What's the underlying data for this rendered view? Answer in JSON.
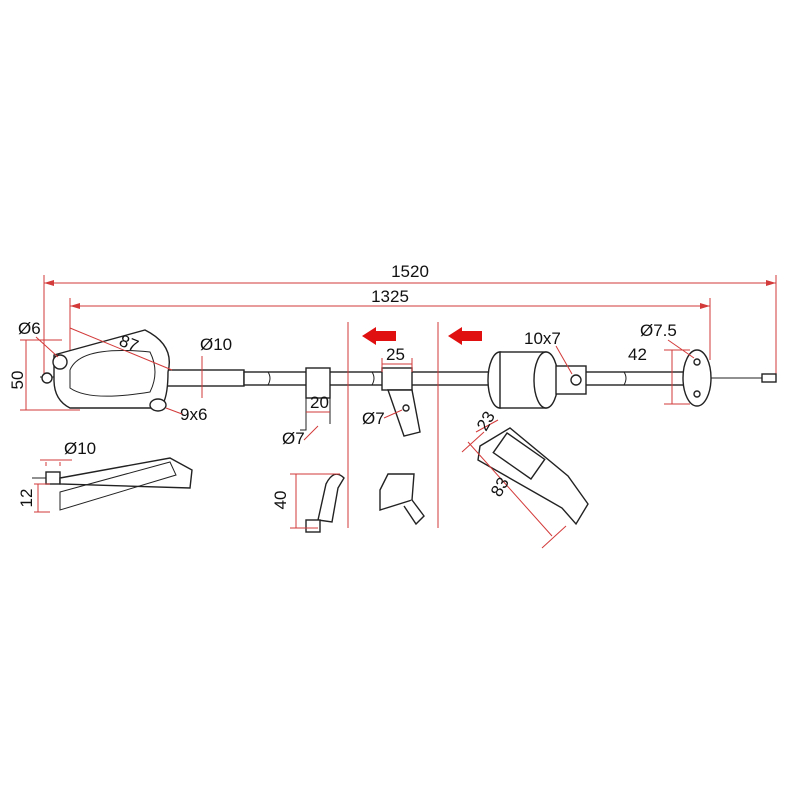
{
  "dimensions": {
    "overall_length": "1520",
    "cable_length": "1325",
    "eye_diameter": "Ø6",
    "bracket_length": "87",
    "bracket_height": "50",
    "slot_size": "9x6",
    "sleeve_diameter": "Ø10",
    "clip_width": "20",
    "clip_hole": "Ø7",
    "bracket_width": "25",
    "bracket_hole": "Ø7",
    "grommet_size": "10x7",
    "end_hole": "Ø7.5",
    "end_length": "42",
    "detail_sleeve_diameter": "Ø10",
    "detail_offset": "12",
    "clip_height": "40",
    "plate_width": "23",
    "plate_length": "83"
  },
  "colors": {
    "dimension_line": "#d33a3a",
    "outline": "#222222",
    "arrow": "#e01010"
  },
  "icons": [
    "direction-arrow-icon",
    "direction-arrow-icon"
  ]
}
